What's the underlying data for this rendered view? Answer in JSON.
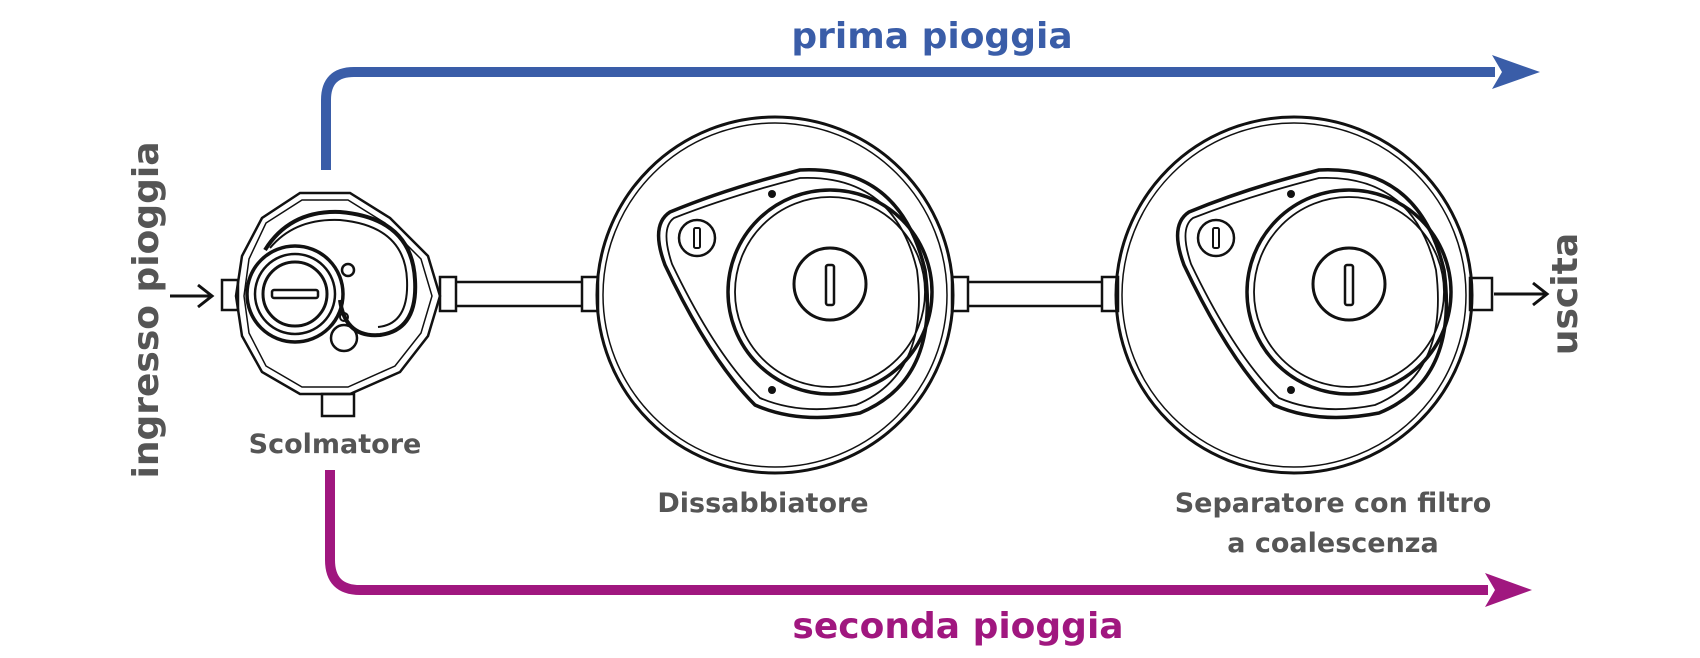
{
  "colors": {
    "prima": "#3a5da8",
    "seconda": "#a0177f",
    "text": "#555555",
    "line": "#111111"
  },
  "labels": {
    "prima_pioggia": "prima pioggia",
    "seconda_pioggia": "seconda pioggia",
    "ingresso_pioggia": "ingresso pioggia",
    "uscita": "uscita",
    "scolmatore": "Scolmatore",
    "dissabbiatore": "Dissabbiatore",
    "separatore_line1": "Separatore con filtro",
    "separatore_line2": "a coalescenza"
  },
  "icons": {
    "inlet_arrow": "arrow-right-icon",
    "outlet_arrow": "arrow-right-icon"
  }
}
